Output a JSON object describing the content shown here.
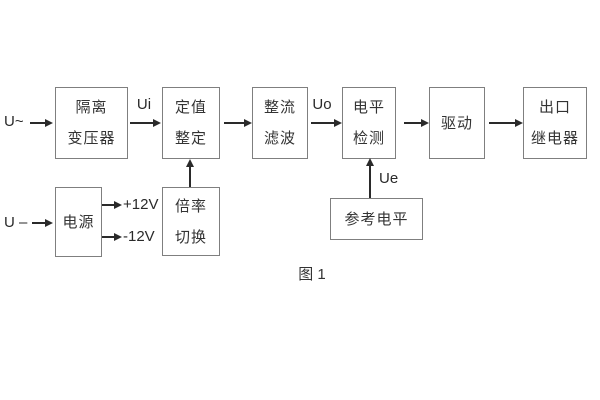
{
  "figure": {
    "caption": "图 1",
    "inputs": {
      "ac_label": "U~",
      "dc_label": "U –"
    },
    "signal_labels": {
      "ui": "Ui",
      "uo": "Uo",
      "ue": "Ue",
      "plus_12v": "+12V",
      "minus_12v": "-12V"
    },
    "blocks": {
      "isolation_transformer": {
        "line1": "隔离",
        "line2": "变压器"
      },
      "value_setting": {
        "line1": "定值",
        "line2": "整定"
      },
      "rectify_filter": {
        "line1": "整流",
        "line2": "滤波"
      },
      "level_detect": {
        "line1": "电平",
        "line2": "检测"
      },
      "drive": {
        "line1": "驱动"
      },
      "output_relay": {
        "line1": "出口",
        "line2": "继电器"
      },
      "power_supply": {
        "line1": "电源"
      },
      "ratio_switch": {
        "line1": "倍率",
        "line2": "切换"
      },
      "reference_level": {
        "line1": "参考电平"
      }
    },
    "colors": {
      "background": "#ffffff",
      "box_border": "#7f7f7f",
      "line": "#2a2a2a",
      "text": "#333333"
    }
  }
}
